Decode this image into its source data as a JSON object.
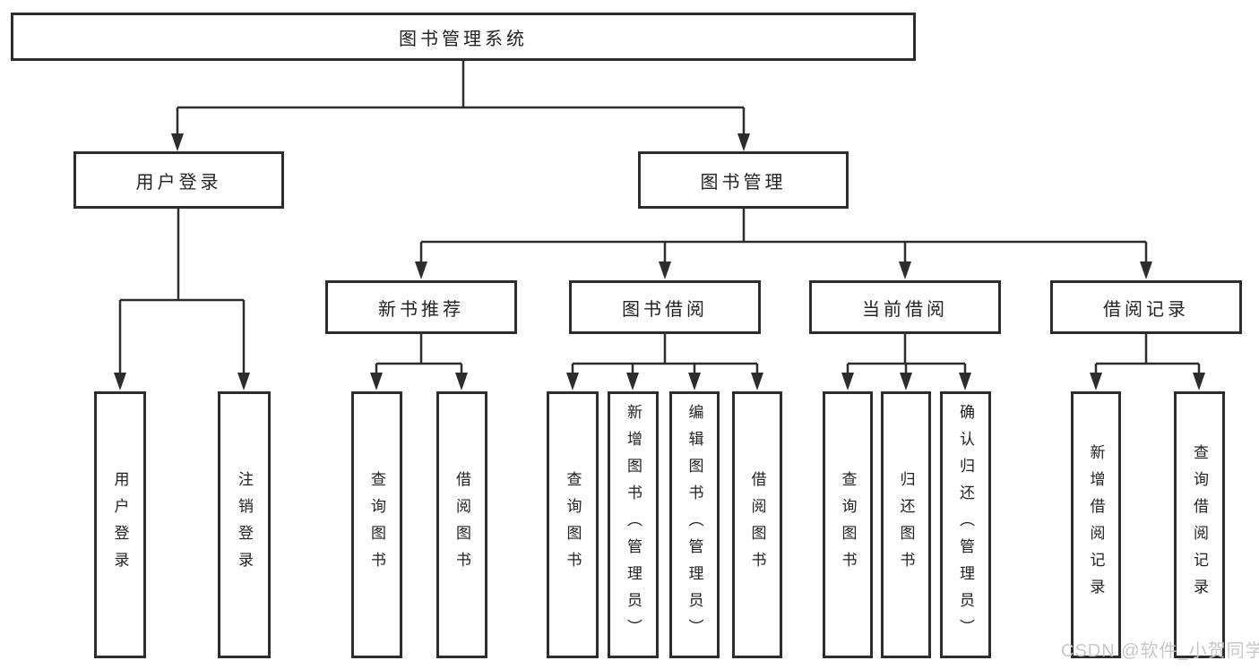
{
  "tree": {
    "root": {
      "label": "图书管理系统"
    },
    "branches": [
      {
        "label": "用户登录",
        "children": [
          {
            "label": "用户登录"
          },
          {
            "label": "注销登录"
          }
        ]
      },
      {
        "label": "图书管理",
        "children": [
          {
            "label": "新书推荐",
            "children": [
              {
                "label": "查询图书"
              },
              {
                "label": "借阅图书"
              }
            ]
          },
          {
            "label": "图书借阅",
            "children": [
              {
                "label": "查询图书"
              },
              {
                "label": "新增图书（管理员）"
              },
              {
                "label": "编辑图书（管理员）"
              },
              {
                "label": "借阅图书"
              }
            ]
          },
          {
            "label": "当前借阅",
            "children": [
              {
                "label": "查询图书"
              },
              {
                "label": "归还图书"
              },
              {
                "label": "确认归还（管理员）"
              }
            ]
          },
          {
            "label": "借阅记录",
            "children": [
              {
                "label": "新增借阅记录"
              },
              {
                "label": "查询借阅记录"
              }
            ]
          }
        ]
      }
    ]
  },
  "watermark": "CSDN @软件_小贺同学",
  "colors": {
    "line": "#2d2d2d",
    "box_border": "#2d2d2d",
    "box_background": "#ffffff",
    "text": "#222222",
    "watermark": "#c7c7c7"
  }
}
